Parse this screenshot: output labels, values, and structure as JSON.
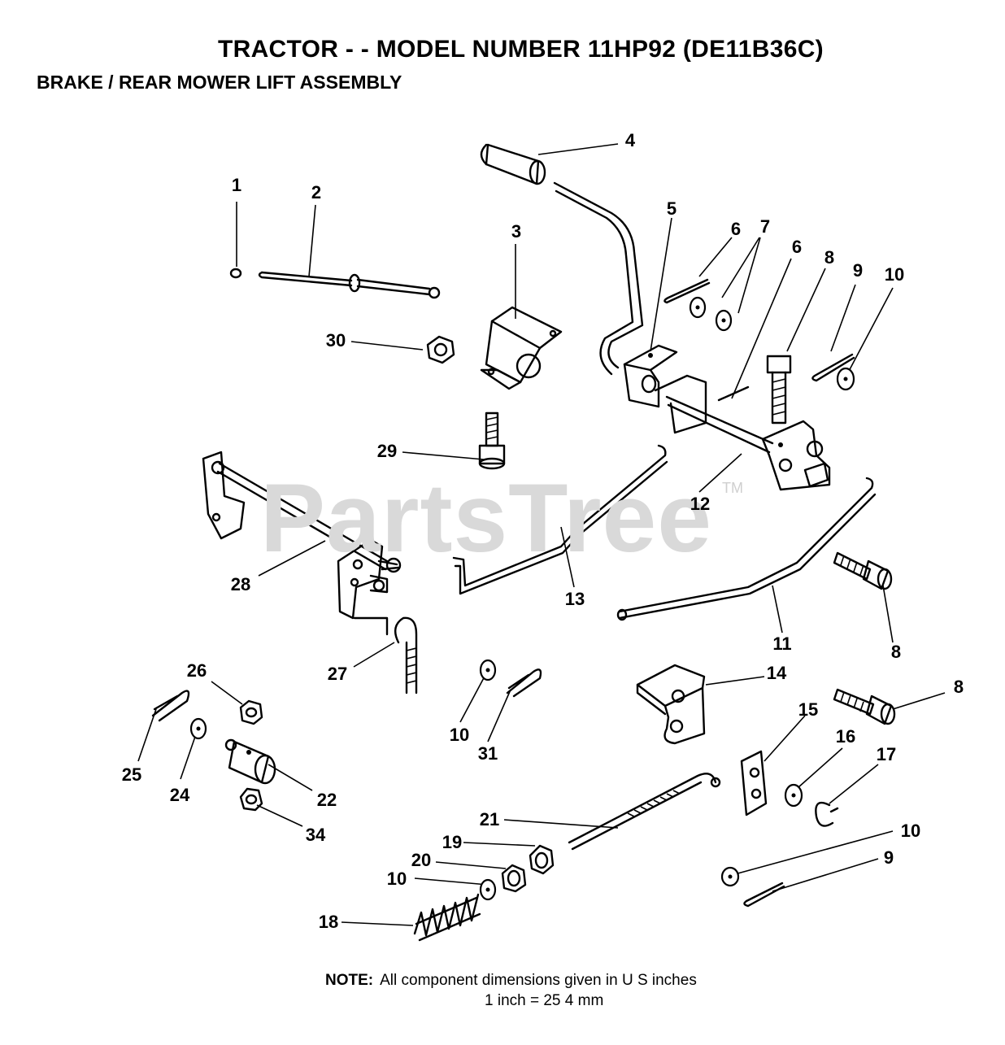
{
  "header": {
    "title": "TRACTOR - - MODEL NUMBER 11HP92   (DE11B36C)",
    "subtitle": "BRAKE / REAR MOWER LIFT ASSEMBLY"
  },
  "watermark": {
    "text": "PartsTree",
    "tm": "TM"
  },
  "callouts": [
    {
      "id": "c1",
      "label": "1"
    },
    {
      "id": "c2",
      "label": "2"
    },
    {
      "id": "c3",
      "label": "3"
    },
    {
      "id": "c4",
      "label": "4"
    },
    {
      "id": "c5",
      "label": "5"
    },
    {
      "id": "c6a",
      "label": "6"
    },
    {
      "id": "c7",
      "label": "7"
    },
    {
      "id": "c6b",
      "label": "6"
    },
    {
      "id": "c8a",
      "label": "8"
    },
    {
      "id": "c9a",
      "label": "9"
    },
    {
      "id": "c10a",
      "label": "10"
    },
    {
      "id": "c30",
      "label": "30"
    },
    {
      "id": "c29",
      "label": "29"
    },
    {
      "id": "c12",
      "label": "12"
    },
    {
      "id": "c28",
      "label": "28"
    },
    {
      "id": "c13",
      "label": "13"
    },
    {
      "id": "c11",
      "label": "11"
    },
    {
      "id": "c8b",
      "label": "8"
    },
    {
      "id": "c27",
      "label": "27"
    },
    {
      "id": "c26",
      "label": "26"
    },
    {
      "id": "c14",
      "label": "14"
    },
    {
      "id": "c8c",
      "label": "8"
    },
    {
      "id": "c10b",
      "label": "10"
    },
    {
      "id": "c31",
      "label": "31"
    },
    {
      "id": "c15",
      "label": "15"
    },
    {
      "id": "c16",
      "label": "16"
    },
    {
      "id": "c17",
      "label": "17"
    },
    {
      "id": "c25",
      "label": "25"
    },
    {
      "id": "c24",
      "label": "24"
    },
    {
      "id": "c22",
      "label": "22"
    },
    {
      "id": "c34",
      "label": "34"
    },
    {
      "id": "c21",
      "label": "21"
    },
    {
      "id": "c19",
      "label": "19"
    },
    {
      "id": "c10c",
      "label": "10"
    },
    {
      "id": "c20",
      "label": "20"
    },
    {
      "id": "c10d",
      "label": "10"
    },
    {
      "id": "c9b",
      "label": "9"
    },
    {
      "id": "c18",
      "label": "18"
    }
  ],
  "note": {
    "label": "NOTE:",
    "text": "All component dimensions given in U S  inches",
    "conversion": "1 inch = 25 4 mm"
  }
}
